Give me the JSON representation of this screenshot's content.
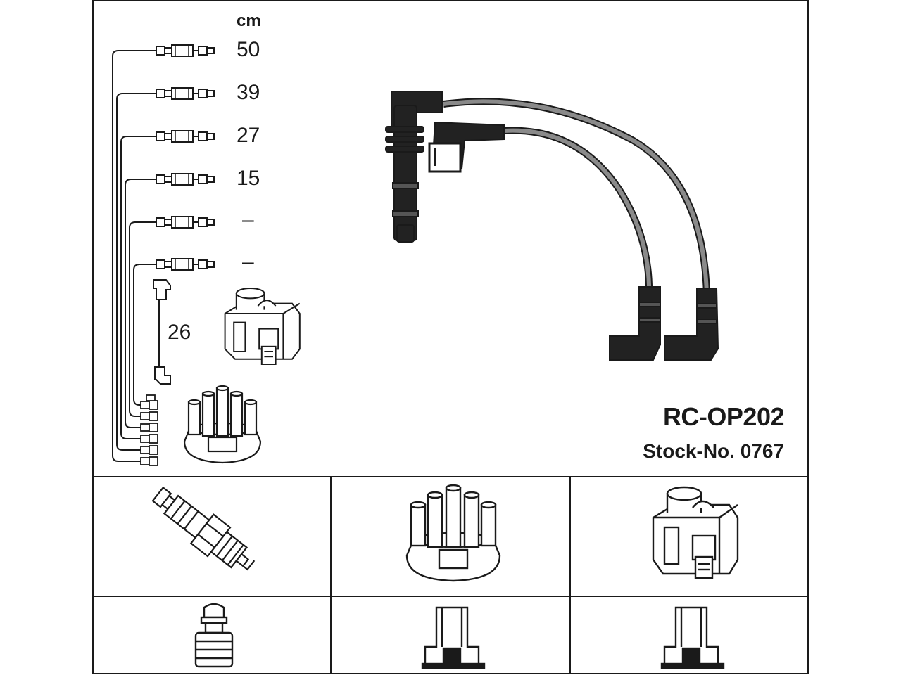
{
  "diagram": {
    "unit_label": "cm",
    "lengths": [
      "50",
      "39",
      "27",
      "15",
      "–",
      "–"
    ],
    "coil_wire_length": "26",
    "model": "RC-OP202",
    "stock_number": "Stock-No. 0767"
  },
  "colors": {
    "line": "#1a1a1a",
    "cable_gray": "#6e6e6e",
    "background": "#ffffff"
  },
  "icons": [
    "spark-plug-icon",
    "distributor-cap-icon",
    "ignition-coil-icon",
    "plug-connector-icon",
    "cap-connector-icon",
    "coil-connector-icon"
  ]
}
